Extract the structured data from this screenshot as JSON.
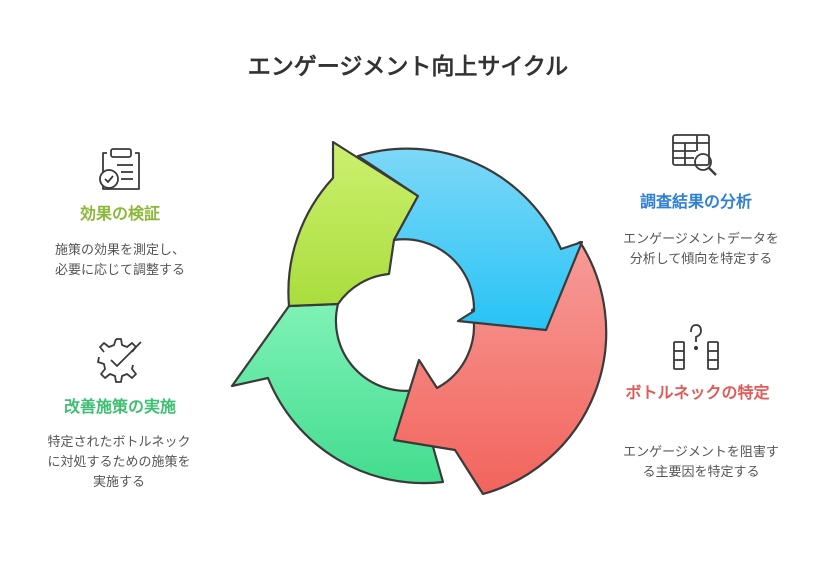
{
  "title": "エンゲージメント向上サイクル",
  "steps": [
    {
      "heading": "調査結果の分析",
      "description": "エンゲージメントデータを分析して傾向を特定する",
      "color": "#2f7fd6",
      "icon": "table-search-icon"
    },
    {
      "heading": "ボトルネックの特定",
      "description": "エンゲージメントを阻害する主要因を特定する",
      "color": "#e05a58",
      "icon": "bottleneck-question-icon"
    },
    {
      "heading": "改善施策の実施",
      "description": "特定されたボトルネックに対処するための施策を実施する",
      "color": "#3fbf73",
      "icon": "gear-check-icon"
    },
    {
      "heading": "効果の検証",
      "description": "施策の効果を測定し、必要に応じて調整する",
      "color": "#8cb83a",
      "icon": "clipboard-check-icon"
    }
  ]
}
